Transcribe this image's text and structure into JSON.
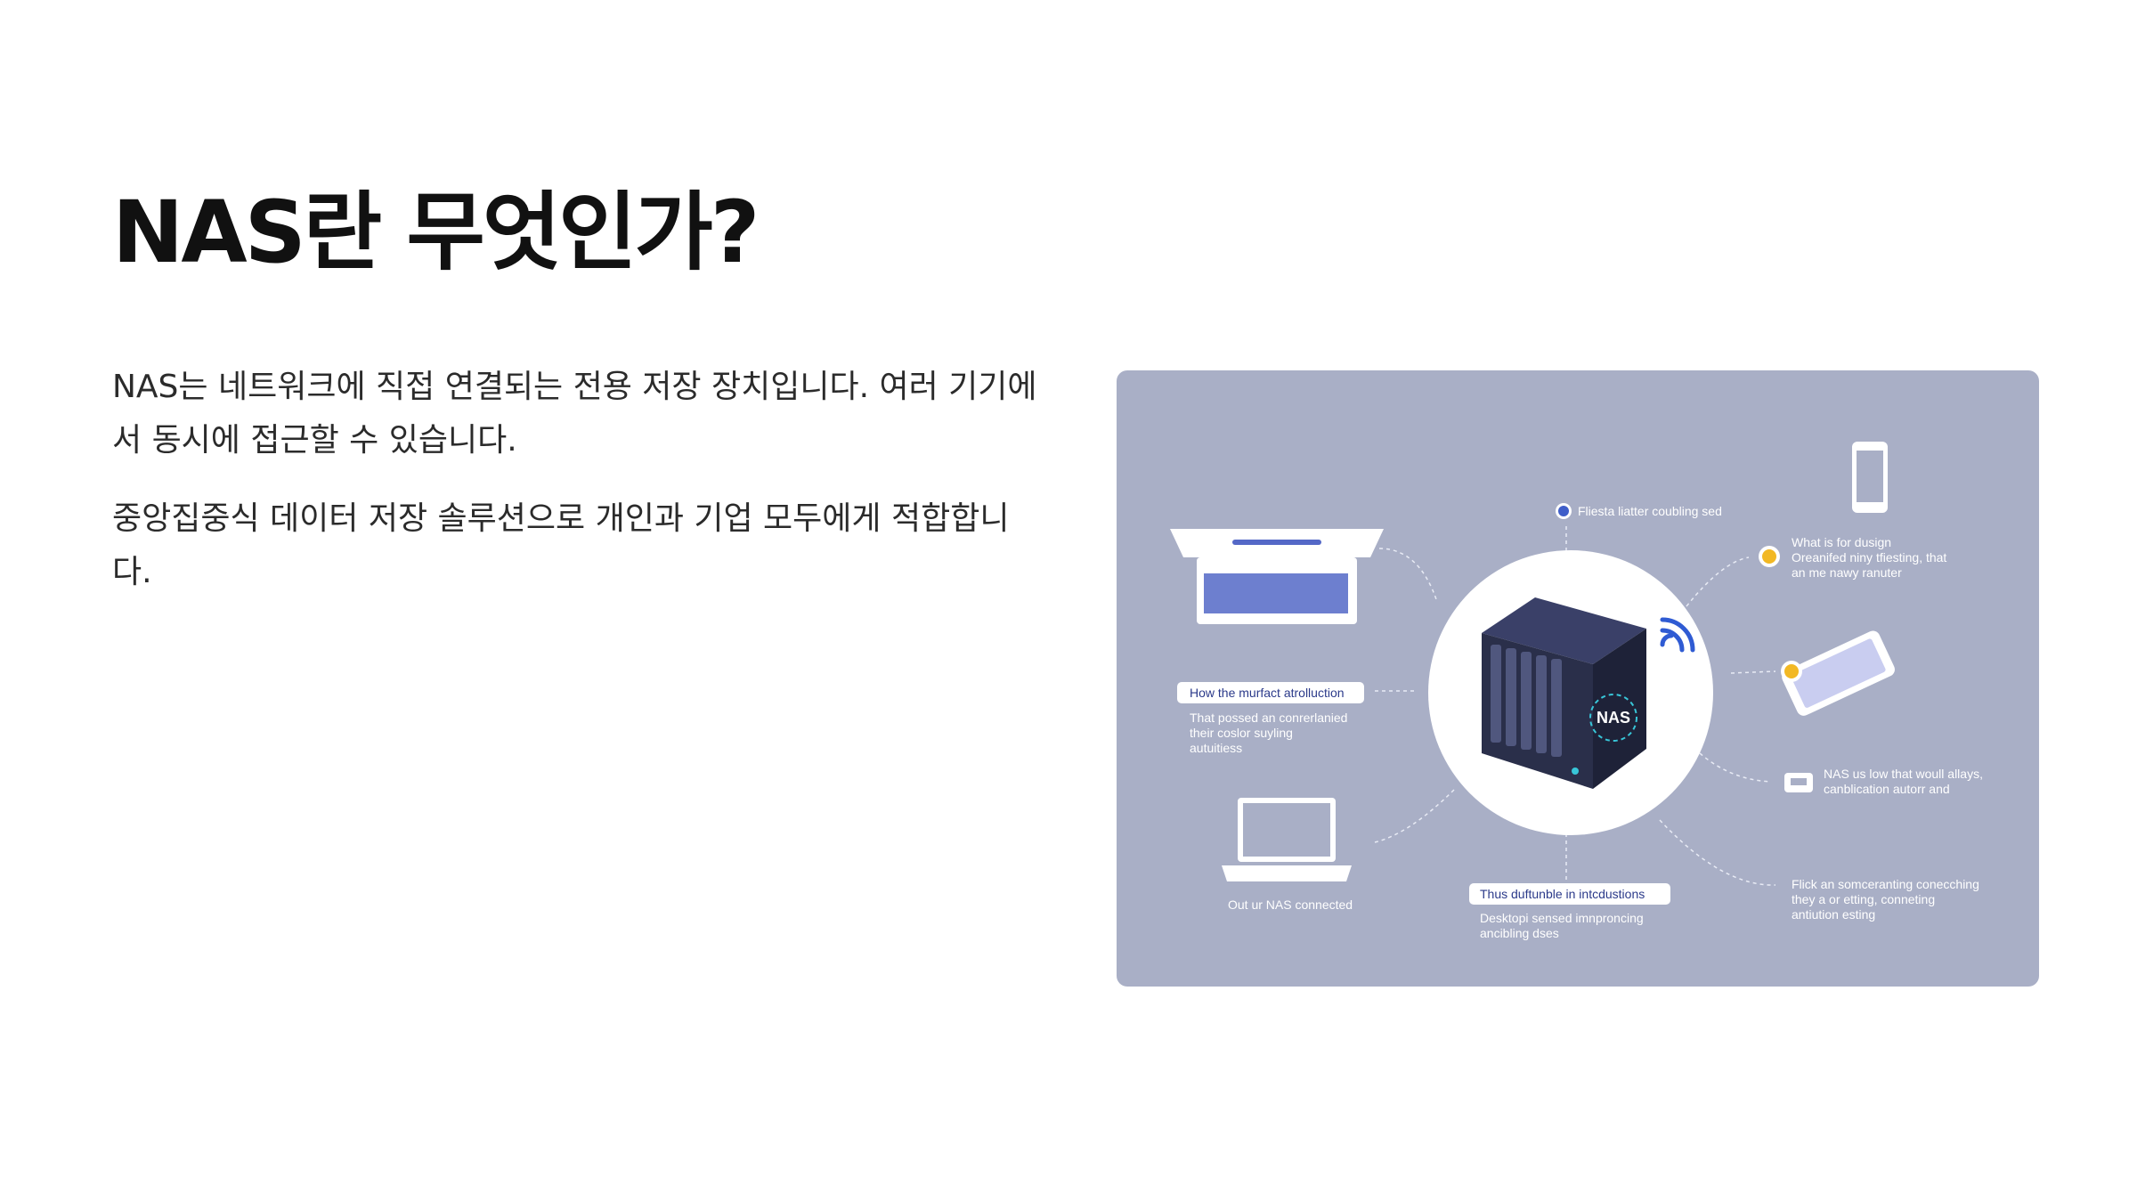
{
  "slide": {
    "title": "NAS란 무엇인가?",
    "paragraphs": [
      "NAS는 네트워크에 직접 연결되는 전용 저장 장치입니다. 여러 기기에서 동시에 접근할 수 있습니다.",
      "중앙집중식 데이터 저장 솔루션으로 개인과 기업 모두에게 적합합니다."
    ]
  },
  "illustration": {
    "device_label": "NAS",
    "top_note": "Fliesta liatter coubling sed",
    "left_box_title": "How the murfact atrolluction",
    "left_box_lines": [
      "That possed an conrerlanied",
      "their coslor suyling",
      "autuitiess"
    ],
    "laptop_bottom_caption": "Out ur NAS connected",
    "bottom_box_title": "Thus duftunble in intcdustions",
    "bottom_box_lines": [
      "Desktopi sensed imnproncing",
      "ancibling dses"
    ],
    "right_top_lines": [
      "What is for dusign",
      "Oreanifed niny tfiesting, that",
      "an me nawy ranuter"
    ],
    "right_mid_lines": [
      "NAS us low that woull allays,",
      "canblication autorr and"
    ],
    "right_bottom_lines": [
      "Flick an somceranting conecching",
      "they a or etting, conneting",
      "antiution esting"
    ],
    "colors": {
      "panel_background": "#a9afc6",
      "accent_yellow": "#f2b824",
      "accent_blue": "#3f5ec9",
      "device_dark": "#2a2f4a"
    }
  }
}
